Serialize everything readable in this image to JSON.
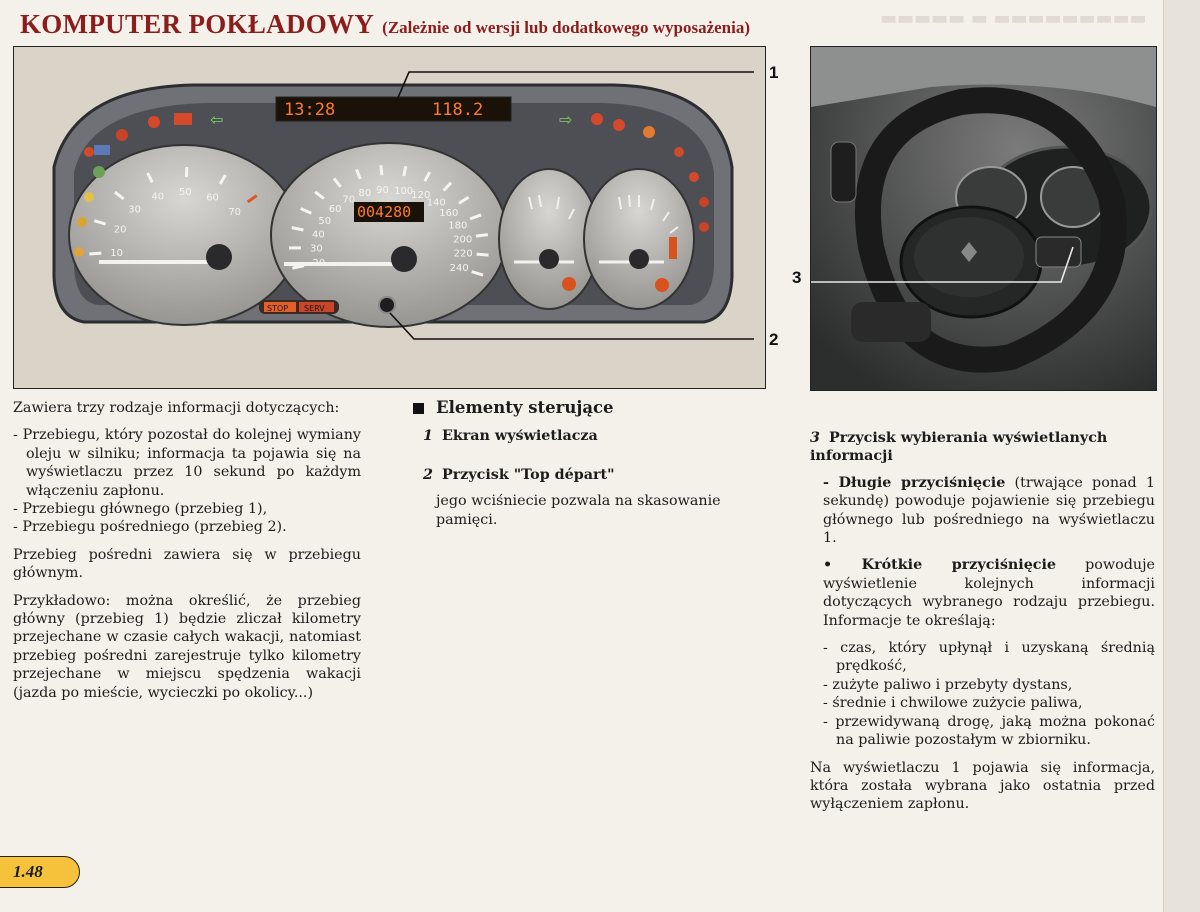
{
  "header": {
    "title": "KOMPUTER POKŁADOWY",
    "subtitle": "(Zależnie od wersji lub dodatkowego wyposażenia)"
  },
  "figure_left": {
    "display_time": "13:28",
    "display_trip": "118.2",
    "odometer": "004280",
    "speed_ticks": [
      "20",
      "30",
      "40",
      "50",
      "60",
      "70",
      "80",
      "90",
      "100",
      "120",
      "140",
      "160",
      "180",
      "200",
      "220",
      "240"
    ],
    "rpm_ticks": [
      "10",
      "20",
      "30",
      "40",
      "50",
      "60",
      "70"
    ],
    "stop_label": "STOP",
    "serv_label": "SERV",
    "callouts": [
      "1",
      "2"
    ]
  },
  "figure_right": {
    "callouts": [
      "3"
    ]
  },
  "left_column": {
    "intro": "Zawiera trzy rodzaje informacji dotyczących:",
    "items": [
      "- Przebiegu, który pozostał do kolejnej wymiany oleju w silniku; informacja ta pojawia się na wyświetlaczu przez 10 sekund po każdym włączeniu zapłonu.",
      "- Przebiegu głównego (przebieg 1),",
      "- Przebiegu pośredniego (przebieg 2)."
    ],
    "para1": "Przebieg pośredni zawiera się w przebiegu głównym.",
    "para2": "Przykładowo: można określić, że przebieg główny (przebieg 1) będzie zliczał kilometry przejechane w czasie całych wakacji, natomiast przebieg pośredni zarejestruje tylko kilometry przejechane w miejscu spędzenia wakacji (jazda po mieście, wycieczki po okolicy...)"
  },
  "middle_column": {
    "heading": "Elementy sterujące",
    "items": [
      {
        "num": "1",
        "title": "Ekran wyświetlacza",
        "desc": ""
      },
      {
        "num": "2",
        "title": "Przycisk \"Top départ\"",
        "desc": "jego wciśniecie pozwala na skasowanie pamięci."
      }
    ]
  },
  "right_column": {
    "num": "3",
    "title": "Przycisk wybierania wyświetlanych informacji",
    "long_press_label": "- Długie przyciśnięcie",
    "long_press_text": "(trwające ponad 1 sekundę) powoduje pojawienie się przebiegu głównego lub pośredniego na wyświetlaczu 1.",
    "short_press_label": "• Krótkie przyciśnięcie",
    "short_press_text": "powoduje wyświetlenie kolejnych informacji dotyczących wybranego rodzaju przebiegu. Informacje te określają:",
    "items": [
      "- czas, który upłynął i uzyskaną średnią prędkość,",
      "- zużyte paliwo i przebyty dystans,",
      "- średnie i chwilowe zużycie paliwa,",
      "- przewidywaną drogę, jaką można pokonać na paliwie pozostałym w zbiorniku."
    ],
    "closing": "Na wyświetlaczu 1 pojawia się informacja, która została wybrana jako ostatnia przed wyłączeniem zapłonu."
  },
  "footer": {
    "page_number": "1.48"
  },
  "colors": {
    "title": "#8b1d1d",
    "page_tab": "#f6c23b",
    "display": "#e05a1e"
  }
}
